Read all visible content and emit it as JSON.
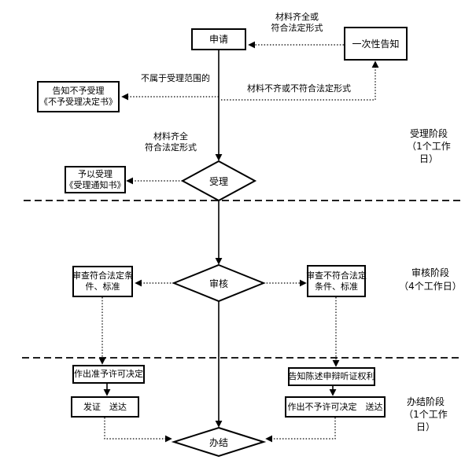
{
  "canvas": {
    "background": "#ffffff",
    "ink": "#000000"
  },
  "flowchart": {
    "boxes": [
      {
        "id": "apply",
        "lines": [
          "申请"
        ]
      },
      {
        "id": "one-time-notice",
        "lines": [
          "一次性告知"
        ]
      },
      {
        "id": "reject-notice",
        "lines": [
          "告知不予受理",
          "《不予受理决定书》"
        ]
      },
      {
        "id": "accept-notice",
        "lines": [
          "予以受理",
          "《受理通知书》"
        ]
      },
      {
        "id": "review-pass",
        "lines": [
          "审查符合法定条",
          "件、标准"
        ]
      },
      {
        "id": "review-fail",
        "lines": [
          "审查不符合法定",
          "条件、标准"
        ]
      },
      {
        "id": "grant-decision",
        "lines": [
          "作出准予许可决定"
        ]
      },
      {
        "id": "issue-deliver",
        "lines": [
          "发证　送达"
        ]
      },
      {
        "id": "inform-rights",
        "lines": [
          "告知陈述申辩听证权利"
        ]
      },
      {
        "id": "deny-deliver",
        "lines": [
          "作出不予许可决定　送达"
        ]
      }
    ],
    "diamonds": [
      {
        "id": "accept",
        "label": "受理"
      },
      {
        "id": "review",
        "label": "审核"
      },
      {
        "id": "complete",
        "label": "办结"
      }
    ],
    "edge_labels": [
      {
        "id": "materials-ok-top",
        "lines": [
          "材料齐全或",
          "符合法定形式"
        ]
      },
      {
        "id": "not-in-scope",
        "lines": [
          "不属于受理范围的"
        ]
      },
      {
        "id": "materials-missing",
        "lines": [
          "材料不齐或不符合法定形式"
        ]
      },
      {
        "id": "materials-ok-mid",
        "lines": [
          "材料齐全",
          "符合法定形式"
        ]
      }
    ],
    "stage_labels": [
      {
        "id": "stage-accept",
        "lines": [
          "受理阶段",
          "（1个工作",
          "日）"
        ]
      },
      {
        "id": "stage-review",
        "lines": [
          "审核阶段",
          "（4个工作日）"
        ]
      },
      {
        "id": "stage-complete",
        "lines": [
          "办结阶段",
          "（1个工作",
          "日）"
        ]
      }
    ]
  }
}
